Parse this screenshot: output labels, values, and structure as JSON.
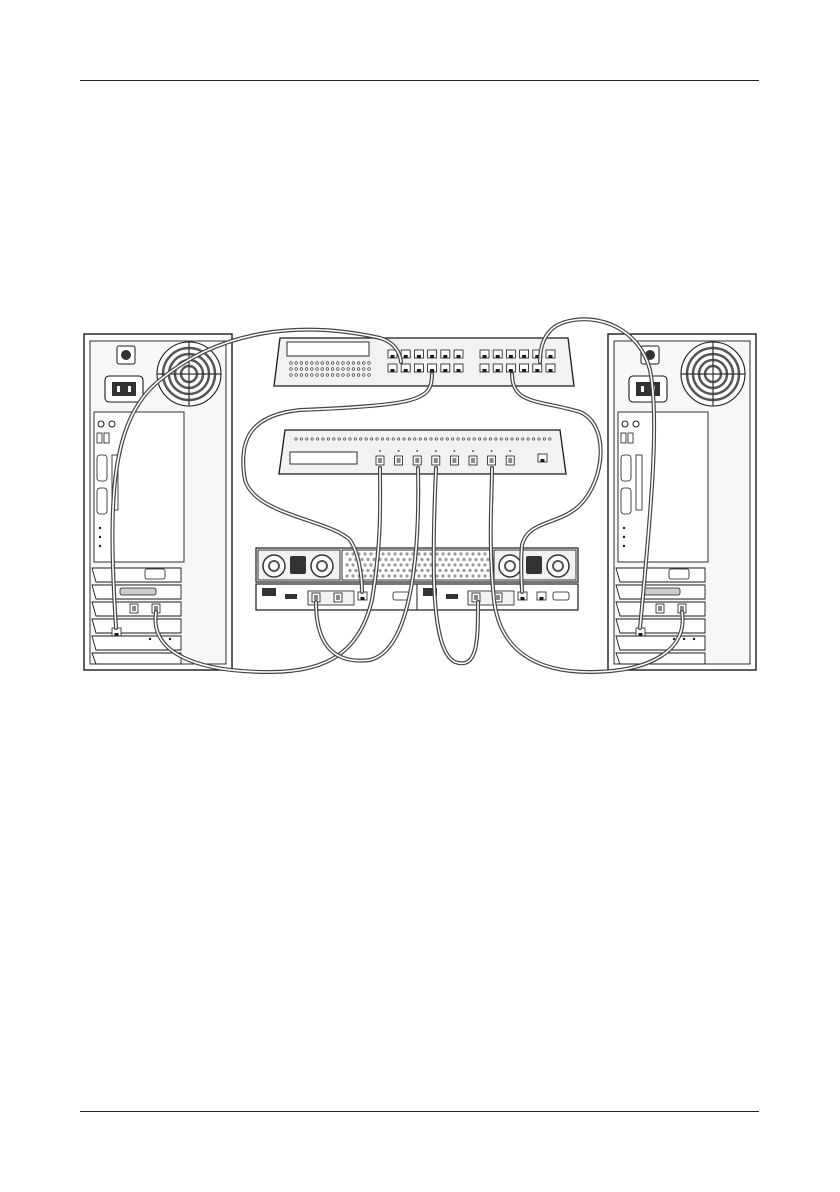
{
  "page": {
    "header_rule": true,
    "footer_rule": true
  },
  "figure": {
    "kind": "cabling-diagram",
    "components": [
      {
        "name": "server-left",
        "icon": "tower-server"
      },
      {
        "name": "server-right",
        "icon": "tower-server"
      },
      {
        "name": "ethernet-switch",
        "icon": "network-switch",
        "ports": 24
      },
      {
        "name": "fc-switch",
        "icon": "fibre-channel-switch",
        "ports": 8
      },
      {
        "name": "storage-enclosure",
        "icon": "storage-array",
        "controllers": 2
      }
    ],
    "colors": {
      "line": "#1a1a1a",
      "fill": "#ffffff",
      "panel": "#f2f2f2",
      "dark": "#333333",
      "cable": "#5a5a5a"
    }
  }
}
